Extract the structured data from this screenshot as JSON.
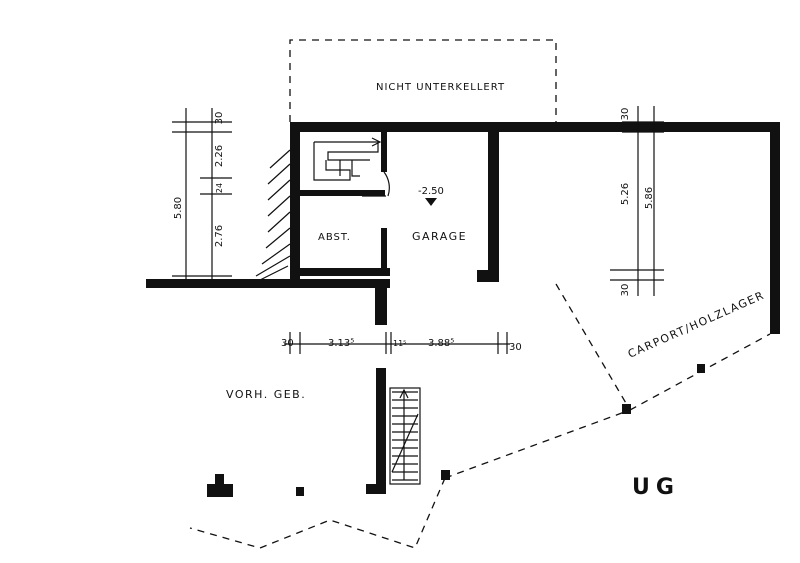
{
  "floor_label": "UG",
  "rooms": {
    "not_basement": "NICHT UNTERKELLERT",
    "storage": "ABST.",
    "garage": "GARAGE",
    "carport": "CARPORT/HOLZLAGER",
    "existing_building": "VORH. GEB."
  },
  "level_mark": "-2.50",
  "dims_left": {
    "total": "5.80",
    "top": "30",
    "upper": "2.26",
    "mid": "24",
    "lower": "2.76"
  },
  "dims_bottom": {
    "left_wall": "30",
    "storage_width": "3.13⁵",
    "partition": "11⁵",
    "garage_width": "3.88⁵",
    "right_wall": "30"
  },
  "dims_right": {
    "top": "30",
    "inner": "5.26",
    "outer": "5.86",
    "bottom": "30"
  }
}
